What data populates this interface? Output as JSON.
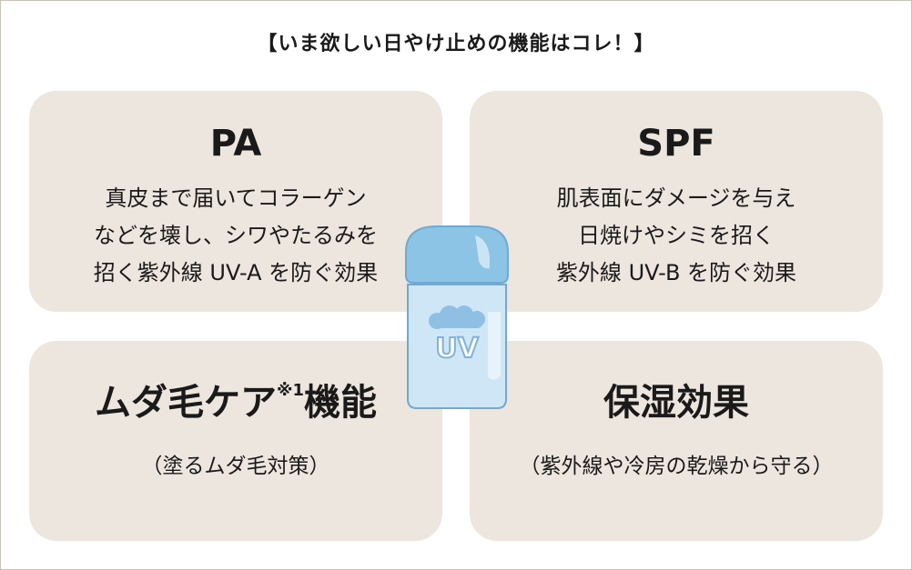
{
  "heading": "【いま欲しい日やけ止めの機能はコレ！】",
  "panels": {
    "pa": {
      "title": "PA",
      "lines": [
        "真皮まで届いてコラーゲン",
        "などを壊し、シワやたるみを",
        "招く紫外線 UV-A を防ぐ効果"
      ]
    },
    "spf": {
      "title": "SPF",
      "lines": [
        "肌表面にダメージを与え",
        "日焼けやシミを招く",
        "紫外線 UV-B を防ぐ効果"
      ]
    },
    "muda": {
      "title": "ムダ毛ケア",
      "note": "※1",
      "title_suffix": "機能",
      "lines": [
        "（塗るムダ毛対策）"
      ]
    },
    "moist": {
      "title": "保湿効果",
      "lines": [
        "（紫外線や冷房の乾燥から守る）"
      ]
    }
  },
  "bottle": {
    "label": "UV",
    "colors": {
      "cap": "#8cc4e6",
      "body": "#cfe6f6",
      "outline": "#6fa9d4",
      "text": "#7fb3dc"
    }
  }
}
